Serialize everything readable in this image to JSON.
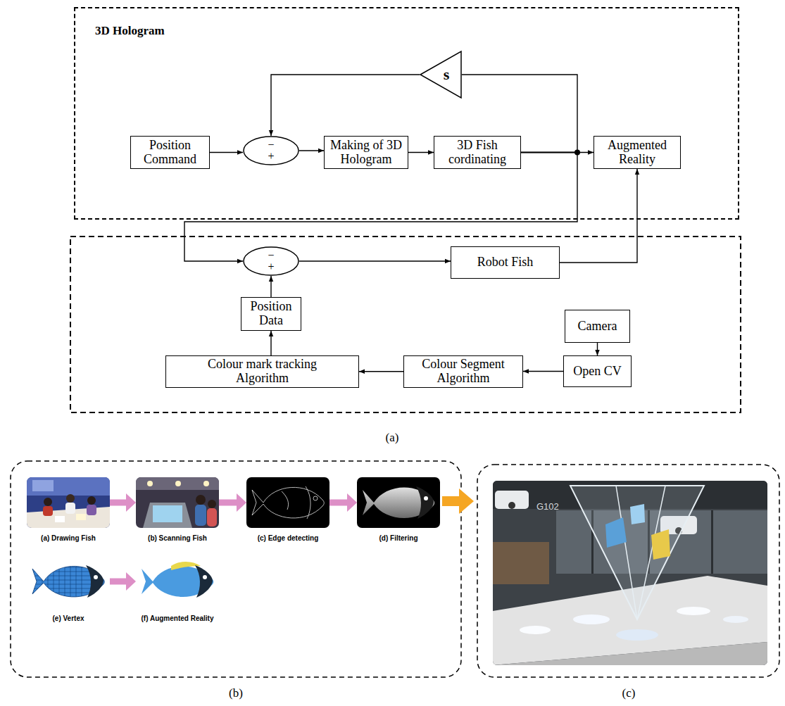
{
  "diagram": {
    "nodes": [
      {
        "text": [
          "3D Hologram"
        ]
      },
      {
        "text": [
          "s"
        ],
        "in": 0
      },
      {
        "text": [
          "Position Command"
        ],
        "in": 0
      },
      {
        "text": [
          "−",
          "+"
        ],
        "in": 0
      },
      {
        "text": [
          "Making of 3D Hologram"
        ],
        "in": 0
      },
      {
        "text": [
          "3D Fish cordinating"
        ],
        "in": 0
      },
      {
        "text": [
          "Augmented Reality"
        ],
        "in": 0
      },
      {
        "text": [
          "−",
          "+"
        ]
      },
      {
        "text": [
          "Robot Fish"
        ]
      },
      {
        "text": [
          "Position Data"
        ]
      },
      {
        "text": [
          "Camera"
        ]
      },
      {
        "text": [
          "Colour mark tracking Algorithm"
        ]
      },
      {
        "text": [
          "Colour Segment Algorithm"
        ]
      },
      {
        "text": [
          "Open CV"
        ]
      },
      {
        "text": [
          "(a) Drawing Fish"
        ]
      },
      {
        "text": [
          "(b) Scanning Fish"
        ]
      },
      {
        "text": [
          "(c) Edge detecting"
        ]
      },
      {
        "text": [
          "(d) Filtering"
        ]
      },
      {
        "text": [
          "(e) Vertex"
        ]
      },
      {
        "text": [
          "(f) Augmented Reality"
        ]
      }
    ],
    "edges": [
      {
        "from": 2,
        "to": 3,
        "arrow": "to"
      },
      {
        "from": 3,
        "to": 4,
        "arrow": "to"
      },
      {
        "from": 4,
        "to": 5,
        "arrow": "to"
      },
      {
        "from": 5,
        "to": 6,
        "arrow": "to"
      },
      {
        "from": 5,
        "to": 1,
        "arrow": "none"
      },
      {
        "from": 1,
        "to": 3,
        "arrow": "to"
      },
      {
        "from": 5,
        "to": 7,
        "arrow": "to"
      },
      {
        "from": 7,
        "to": 8,
        "arrow": "to"
      },
      {
        "from": 8,
        "to": 6,
        "arrow": "to"
      },
      {
        "from": 9,
        "to": 7,
        "arrow": "to"
      },
      {
        "from": 10,
        "to": 13,
        "arrow": "to"
      },
      {
        "from": 13,
        "to": 12,
        "arrow": "to"
      },
      {
        "from": 12,
        "to": 11,
        "arrow": "to"
      },
      {
        "from": 11,
        "to": 9,
        "arrow": "to"
      },
      {
        "from": 14,
        "to": 15,
        "arrow": "to"
      },
      {
        "from": 15,
        "to": 16,
        "arrow": "to"
      },
      {
        "from": 16,
        "to": 17,
        "arrow": "to"
      },
      {
        "from": 18,
        "to": 19,
        "arrow": "to"
      }
    ],
    "labels": [
      "(a)",
      "G102",
      "(b)",
      "(c)"
    ]
  }
}
